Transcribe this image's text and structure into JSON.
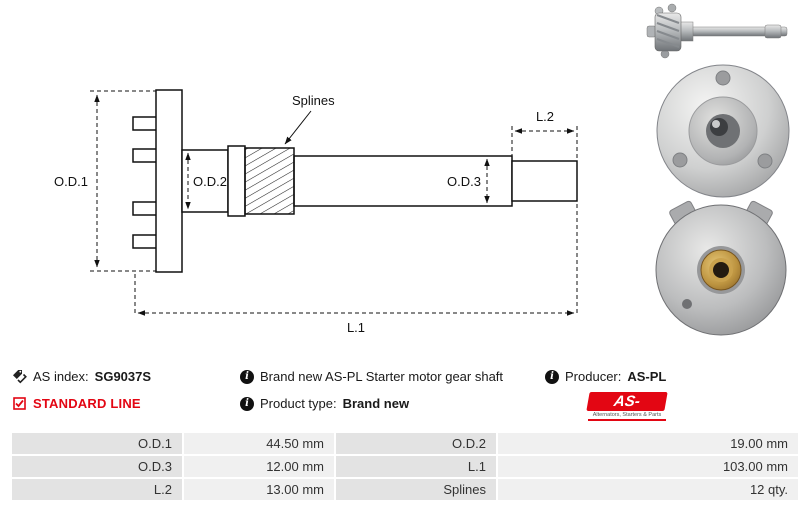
{
  "colors": {
    "accent": "#e30613",
    "table_label_bg": "#e3e3e3",
    "table_value_bg": "#f0f0f0"
  },
  "drawing": {
    "labels": {
      "od1": "O.D.1",
      "od2": "O.D.2",
      "od3": "O.D.3",
      "splines": "Splines",
      "l1": "L.1",
      "l2": "L.2"
    }
  },
  "icons": {
    "as_index": "tags-icon",
    "standard_line": "checkbox-checked-icon",
    "info": "info-icon",
    "info_glyph": "i"
  },
  "photos": [
    {
      "name": "gear-shaft-photo"
    },
    {
      "name": "front-plate-photo"
    },
    {
      "name": "rear-plate-photo"
    }
  ],
  "info": {
    "as_index": {
      "label": "AS index:",
      "value": "SG9037S"
    },
    "standard_line": "STANDARD LINE",
    "description": "Brand new AS-PL Starter motor gear shaft",
    "product_type": {
      "label": "Product type:",
      "value": "Brand new"
    },
    "producer": {
      "label": "Producer:",
      "value": "AS-PL"
    },
    "logo": {
      "text": "AS-",
      "tagline": "Alternators, Starters & Parts"
    }
  },
  "specs": {
    "rows": [
      {
        "c0": {
          "label": "O.D.1",
          "value": "44.50 mm"
        },
        "c1": {
          "label": "O.D.2",
          "value": "19.00 mm"
        }
      },
      {
        "c0": {
          "label": "O.D.3",
          "value": "12.00 mm"
        },
        "c1": {
          "label": "L.1",
          "value": "103.00 mm"
        }
      },
      {
        "c0": {
          "label": "L.2",
          "value": "13.00 mm"
        },
        "c1": {
          "label": "Splines",
          "value": "12 qty."
        }
      }
    ]
  }
}
